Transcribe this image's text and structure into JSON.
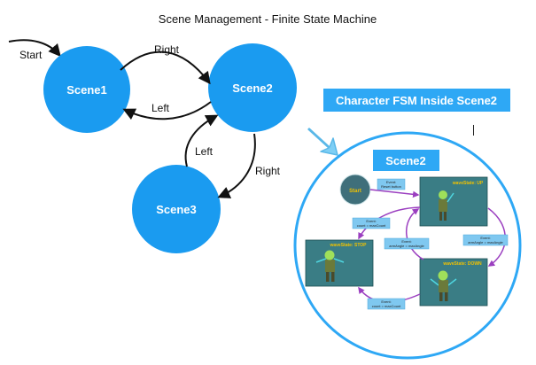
{
  "title": "Scene Management - Finite State Machine",
  "start_label": "Start",
  "scenes": {
    "scene1": "Scene1",
    "scene2": "Scene2",
    "scene3": "Scene3"
  },
  "transitions": {
    "right_1_2": "Right",
    "left_2_1": "Left",
    "left_3_2": "Left",
    "right_2_3": "Right"
  },
  "character_fsm_title": "Character FSM Inside Scene2",
  "inset": {
    "scene_label": "Scene2",
    "start_node": "Start",
    "states": {
      "up": "waveState: UP",
      "down": "waveState: DOWN",
      "stop": "waveState: STOP"
    },
    "events": {
      "reset": [
        "Event:",
        "Reset button"
      ],
      "to_stop": [
        "Event:",
        "count = maxCount"
      ],
      "to_down": [
        "Event:",
        "armAngle = maxAngle"
      ],
      "to_up": [
        "Event:",
        "armAngle = maxAngle"
      ],
      "stop_to_up": [
        "Event:",
        "count = maxCount"
      ]
    }
  },
  "colors": {
    "scene_blue": "#1a9bf0",
    "box_blue": "#2ea8f5",
    "panel_teal": "#3a7d85",
    "arrow_purple": "#9b3fc0",
    "start_node": "#3f6f7a"
  }
}
